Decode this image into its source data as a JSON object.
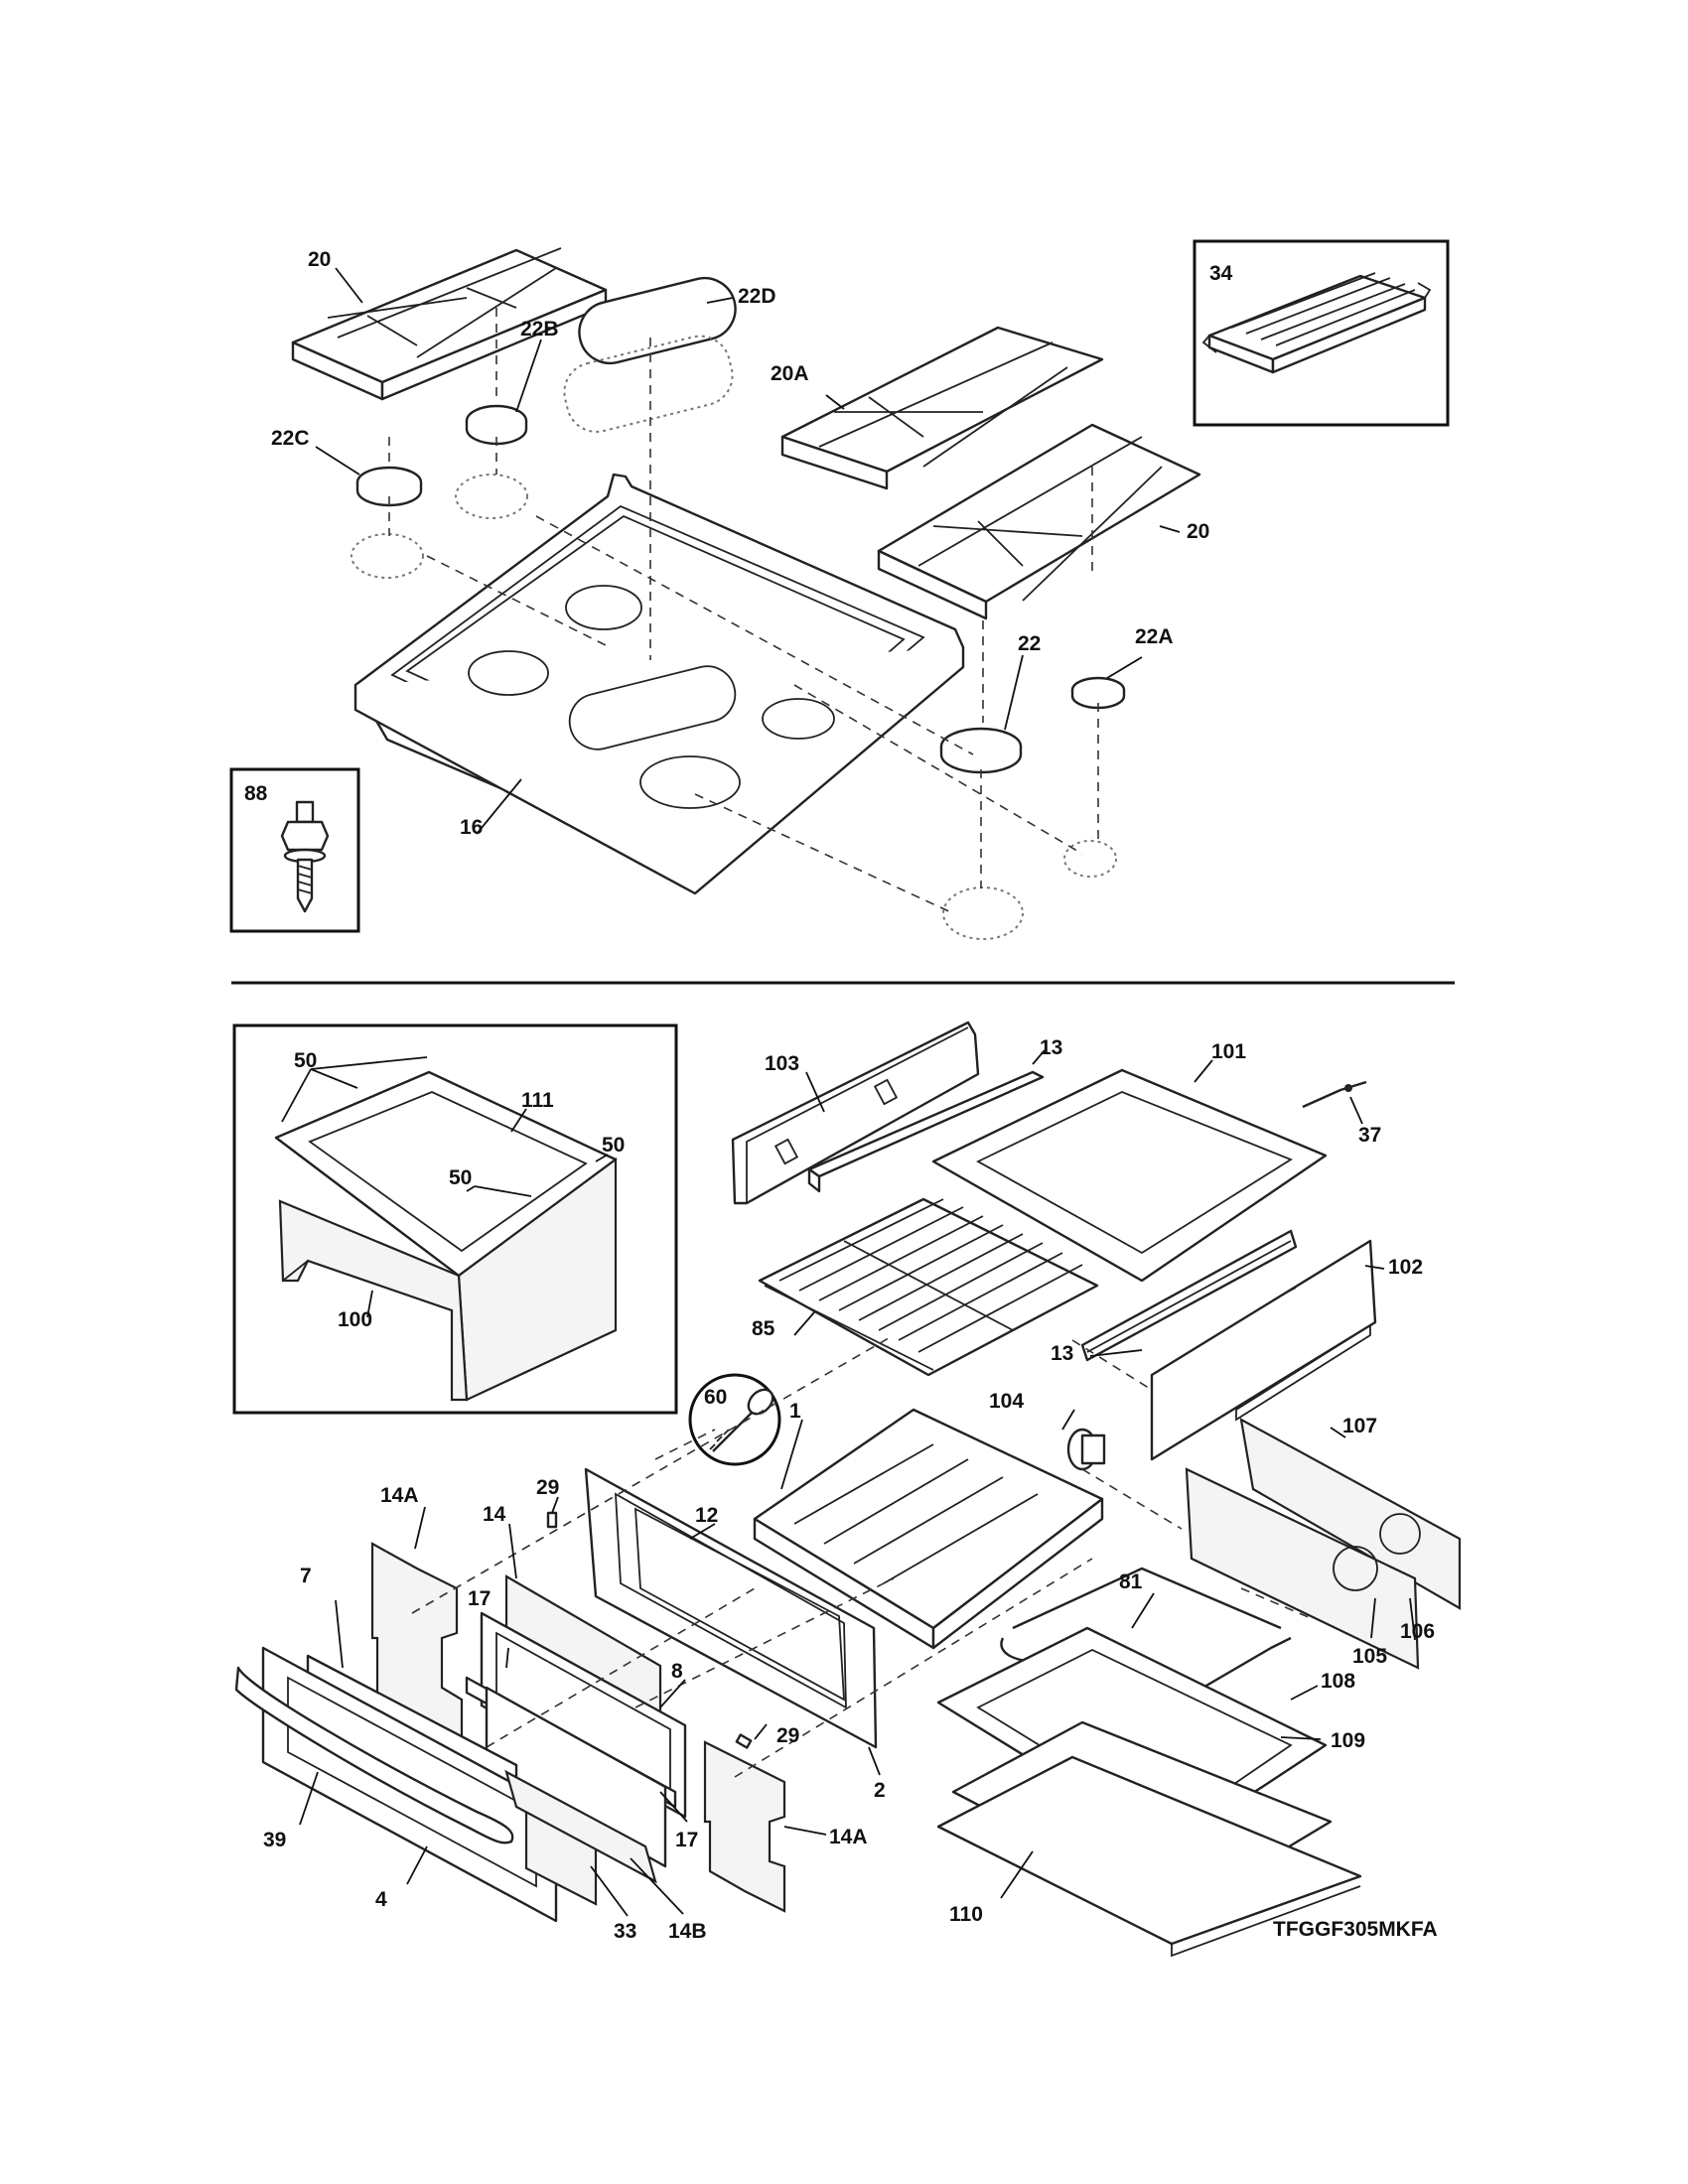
{
  "labels": {
    "l20a": "20",
    "l22d": "22D",
    "l22b": "22B",
    "l22c": "22C",
    "l20A": "20A",
    "l34": "34",
    "l20b": "20",
    "l22": "22",
    "l22A": "22A",
    "l88": "88",
    "l16": "16",
    "l50a": "50",
    "l111": "111",
    "l50b": "50",
    "l50c": "50",
    "l100": "100",
    "l103": "103",
    "l13a": "13",
    "l101": "101",
    "l37": "37",
    "l102": "102",
    "l85": "85",
    "l13b": "13",
    "l60": "60",
    "l104": "104",
    "l107": "107",
    "l1": "1",
    "l29a": "29",
    "l12": "12",
    "l14A1": "14A",
    "l14": "14",
    "l7": "7",
    "l17a": "17",
    "l8": "8",
    "l81": "81",
    "l29b": "29",
    "l2": "2",
    "l39": "39",
    "l17b": "17",
    "l14A2": "14A",
    "l4": "4",
    "l33": "33",
    "l14B": "14B",
    "l110": "110",
    "l108": "108",
    "l109": "109",
    "l105": "105",
    "l106": "106"
  },
  "model_number": "TFGGF305MKFA"
}
